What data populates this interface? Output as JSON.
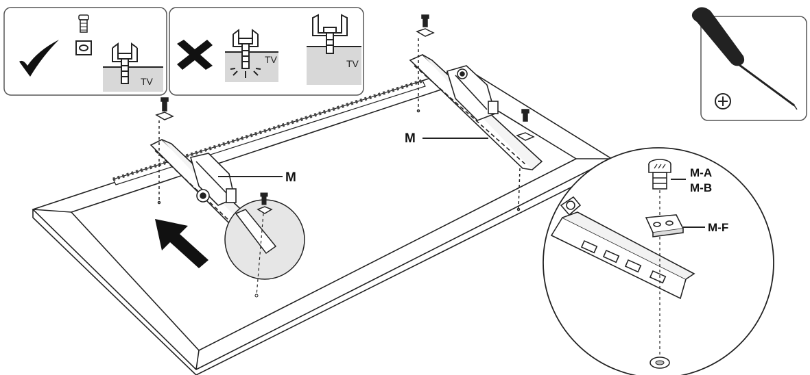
{
  "labels": {
    "bracket_left": "M",
    "bracket_right": "M",
    "screw_a": "M-A",
    "screw_b": "M-B",
    "washer": "M-F"
  },
  "panels": {
    "correct": {
      "tv_text": "TV",
      "symbol": "check-icon"
    },
    "wrong": {
      "tv_text_1": "TV",
      "tv_text_2": "TV",
      "symbol": "cross-icon"
    },
    "tool": {
      "symbol": "phillips-screwdriver-icon",
      "head_icon": "phillips-head-icon"
    }
  },
  "colors": {
    "line": "#222222",
    "panel_border": "#555555",
    "gray_fill": "#d8d8d8",
    "zoom_fill": "#e6e6e6"
  }
}
